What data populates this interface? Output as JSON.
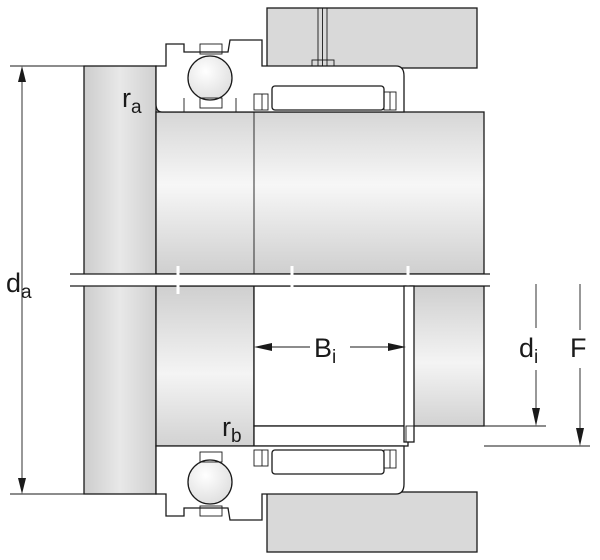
{
  "labels": {
    "da": {
      "main": "d",
      "sub": "a"
    },
    "ra": {
      "main": "r",
      "sub": "a"
    },
    "rb": {
      "main": "r",
      "sub": "b"
    },
    "Bi": {
      "main": "B",
      "sub": "i"
    },
    "di": {
      "main": "d",
      "sub": "i"
    },
    "F": {
      "main": "F",
      "sub": ""
    }
  },
  "colors": {
    "line": "#1a1a1a",
    "housing": "#d9d9d9",
    "shaft_light": "#f4f4f4",
    "shaft_dark": "#cfcfcf",
    "background": "#ffffff"
  }
}
